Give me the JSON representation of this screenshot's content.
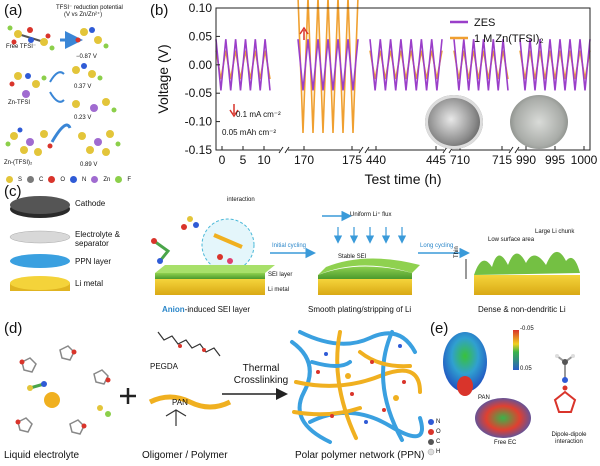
{
  "panel_a": {
    "label": "(a)",
    "title": "TFSI⁻ reduction potential",
    "subtitle": "(V vs Zn/Zn²⁺)",
    "rows": [
      {
        "name": "Free TFSI⁻",
        "value": "−0.87 V"
      },
      {
        "name": "Zn-TFSI",
        "value": "0.37 V"
      },
      {
        "name": "",
        "value": "0.23 V"
      },
      {
        "name": "Zn-(TFSI)₂",
        "value": "0.89 V"
      }
    ],
    "legend": [
      "S",
      "C",
      "O",
      "N",
      "Zn",
      "F"
    ],
    "legend_colors": [
      "#e3c53a",
      "#7a7a7a",
      "#d9342b",
      "#2f5bd6",
      "#a06bd0",
      "#8ccf4a"
    ]
  },
  "panel_b": {
    "label": "(b)",
    "annot_current": "0.1 mA cm⁻²",
    "annot_capacity": "0.05 mAh cm⁻²"
  },
  "chart_data": {
    "type": "line",
    "xlabel": "Test time (h)",
    "ylabel": "Voltage (V)",
    "ylim": [
      -0.15,
      0.1
    ],
    "yticks": [
      "0.10",
      "0.05",
      "0.00",
      "-0.05",
      "-0.10",
      "-0.15"
    ],
    "xtick_segments": [
      {
        "ticks": [
          "0",
          "5",
          "10"
        ]
      },
      {
        "ticks": [
          "170",
          "175"
        ]
      },
      {
        "ticks": [
          "440",
          "445"
        ]
      },
      {
        "ticks": [
          "710",
          "715"
        ]
      },
      {
        "ticks": [
          "990",
          "995",
          "1000"
        ]
      }
    ],
    "series": [
      {
        "name": "ZES",
        "color": "#9a3fc9",
        "amplitude_v": 0.045
      },
      {
        "name": "1 M Zn(TFSI)₂",
        "color": "#f0a030",
        "amplitude_v": 0.025
      }
    ],
    "legend_position": "top-right"
  },
  "panel_c": {
    "label": "(c)",
    "stack": [
      "Cathode",
      "Electrolyte & separator",
      "PPN layer",
      "Li metal"
    ],
    "interaction": "interaction",
    "uniform_flux": "Uniform Li⁺ flux",
    "initial_cycling": "Initial cycling",
    "long_cycling": "Long cycling",
    "stable_sei": "Stable SEI",
    "sei_layer": "SEI layer",
    "li_metal": "Li metal",
    "large_chunk": "Large Li chunk",
    "low_area": "Low surface area",
    "thin": "Thin",
    "cap1_prefix": "Anion",
    "cap1_rest": "-induced SEI layer",
    "cap2": "Smooth plating/stripping of Li",
    "cap3": "Dense & non-dendritic Li"
  },
  "panel_d": {
    "label": "(d)",
    "pegda": "PEGDA",
    "pan": "PAN",
    "arrow_label": "Thermal Crosslinking",
    "cap1": "Liquid electrolyte",
    "cap2": "Oligomer / Polymer",
    "cap3": "Polar polymer network (PPN)"
  },
  "panel_e": {
    "label": "(e)",
    "scale_top": "-0.05",
    "scale_bottom": "0.05",
    "pan": "PAN",
    "free_ec": "Free EC",
    "dipole": "Dipole-dipole interaction",
    "legend": [
      "N",
      "O",
      "C",
      "H"
    ]
  }
}
